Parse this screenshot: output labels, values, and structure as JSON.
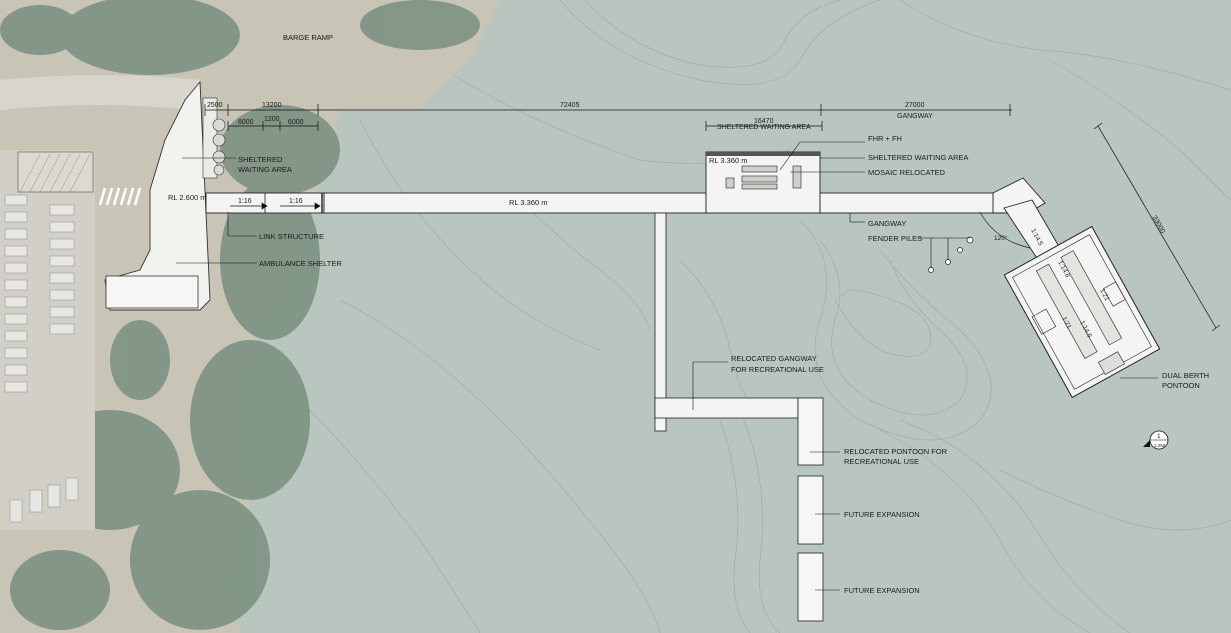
{
  "labels": {
    "barge_ramp": "BARGE RAMP",
    "sheltered_waiting_area_1a": "SHELTERED",
    "sheltered_waiting_area_1b": "WAITING AREA",
    "sheltered_waiting_area_2": "SHELTERED WAITING AREA",
    "sheltered_waiting_area_3": "SHELTERED WAITING AREA",
    "fhr_fh": "FHR + FH",
    "mosaic_relocated": "MOSAIC RELOCATED",
    "gangway": "GANGWAY",
    "gangway_dim": "GANGWAY",
    "fender_piles": "FENDER PILES",
    "link_structure": "LINK STRUCTURE",
    "ambulance_shelter": "AMBULANCE SHELTER",
    "relocated_gangway_a": "RELOCATED GANGWAY",
    "relocated_gangway_b": "FOR RECREATIONAL USE",
    "relocated_pontoon_a": "RELOCATED PONTOON FOR",
    "relocated_pontoon_b": "RECREATIONAL USE",
    "future_expansion_1": "FUTURE EXPANSION",
    "future_expansion_2": "FUTURE EXPANSION",
    "dual_berth_a": "DUAL BERTH",
    "dual_berth_b": "PONTOON",
    "rl_wharf": "RL 2.600 m",
    "rl_jetty": "RL 3.360 m",
    "rl_shelter": "RL 3.360 m",
    "slope_1": "1:16",
    "slope_2": "1:16",
    "angle": "120°",
    "scale_num": "1",
    "scale_den": "1:250"
  },
  "dimensions": {
    "d2500": "2500",
    "d13200": "13200",
    "d72405": "72405",
    "d27000": "27000",
    "d16470": "16470",
    "d6000a": "6000",
    "d1200": "1200",
    "d6000b": "6000",
    "d33000": "33000"
  },
  "pontoon_slopes": [
    "1:14.5",
    "1:14.6",
    "1:21",
    "1:21",
    "1:14.6"
  ],
  "colors": {
    "water": "#b9c6bf",
    "land": "#c9c4b5",
    "trees": "#7f9484",
    "structure": "#f4f4f2",
    "line": "#222222",
    "contour": "#95a59b"
  }
}
